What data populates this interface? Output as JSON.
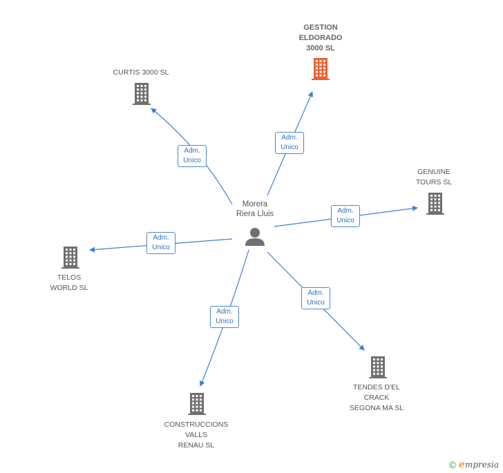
{
  "colors": {
    "edge": "#3d7fd6",
    "building": "#707070",
    "building_highlight": "#f06030",
    "person": "#707070"
  },
  "center": {
    "label_line1": "Morera",
    "label_line2": "Riera Lluis",
    "icon": "person-icon"
  },
  "nodes": [
    {
      "id": "gestion",
      "lines": [
        "GESTION",
        "ELDORADO",
        "3000 SL"
      ],
      "highlight": true,
      "icon": "building-icon"
    },
    {
      "id": "curtis",
      "lines": [
        "CURTIS 3000 SL"
      ],
      "highlight": false,
      "icon": "building-icon"
    },
    {
      "id": "genuine",
      "lines": [
        "GENUINE",
        "TOURS SL"
      ],
      "highlight": false,
      "icon": "building-icon"
    },
    {
      "id": "telos",
      "lines": [
        "TELOS",
        "WORLD  SL"
      ],
      "highlight": false,
      "icon": "building-icon"
    },
    {
      "id": "tendes",
      "lines": [
        "TENDES D'EL",
        "CRACK",
        "SEGONA MA SL"
      ],
      "highlight": false,
      "icon": "building-icon"
    },
    {
      "id": "construccions",
      "lines": [
        "CONSTRUCCIONS",
        "VALLS",
        "RENAU SL"
      ],
      "highlight": false,
      "icon": "building-icon"
    }
  ],
  "edges": [
    {
      "to": "gestion",
      "role_line1": "Adm.",
      "role_line2": "Unico"
    },
    {
      "to": "curtis",
      "role_line1": "Adm.",
      "role_line2": "Unico"
    },
    {
      "to": "genuine",
      "role_line1": "Adm.",
      "role_line2": "Unico"
    },
    {
      "to": "telos",
      "role_line1": "Adm.",
      "role_line2": "Unico"
    },
    {
      "to": "tendes",
      "role_line1": "Adm.",
      "role_line2": "Unico"
    },
    {
      "to": "construccions",
      "role_line1": "Adm.",
      "role_line2": "Unico"
    }
  ],
  "footer": {
    "copyright_symbol": "©",
    "brand_initial": "e",
    "brand_rest": "mpresia"
  }
}
